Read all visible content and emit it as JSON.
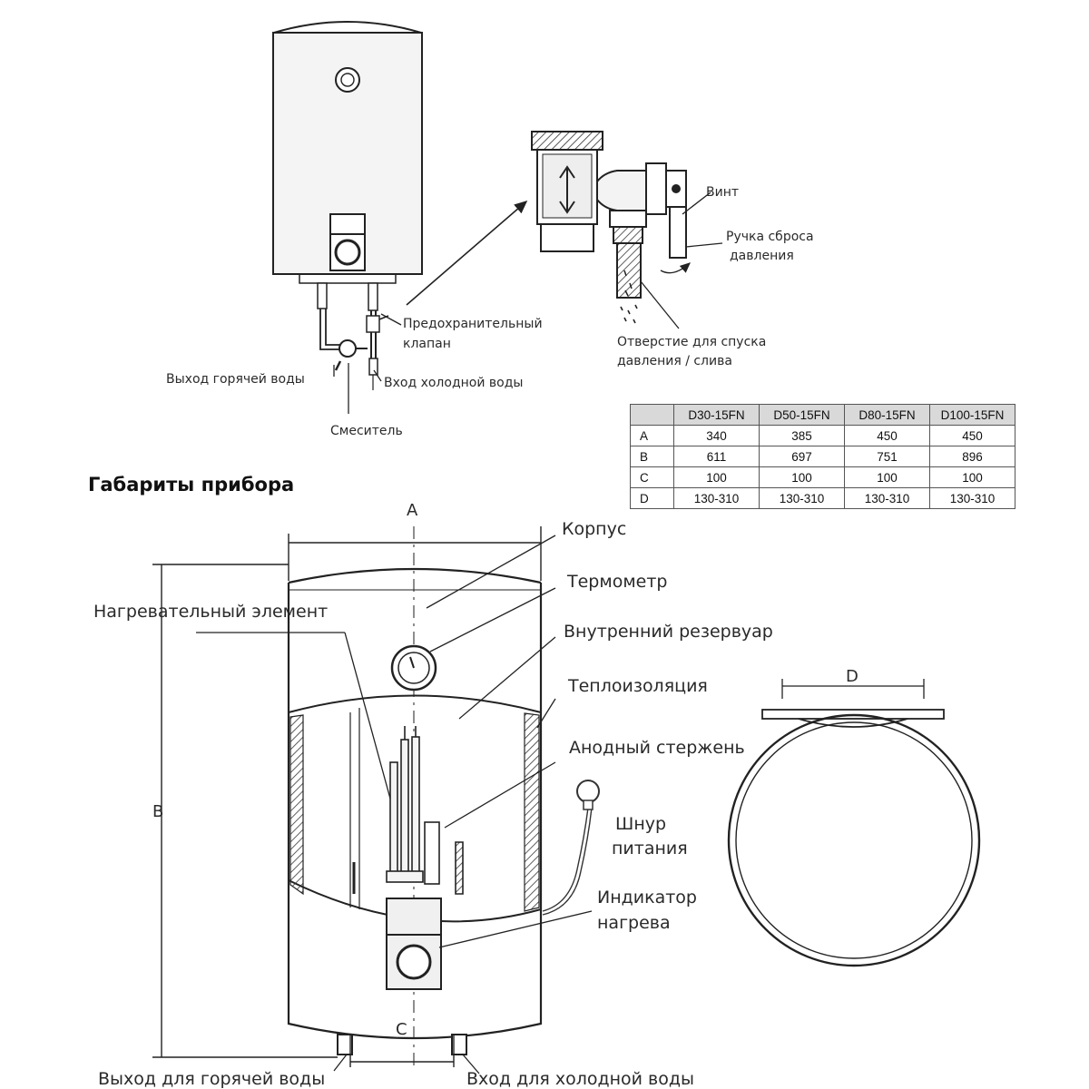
{
  "top_labels": {
    "safety_valve": [
      "Предохранительный",
      "клапан"
    ],
    "hot_out": "Выход горячей воды",
    "cold_in": "Вход холодной воды",
    "mixer": "Смеситель",
    "screw": "Винт",
    "pressure_release": [
      "Ручка сброса",
      "давления"
    ],
    "drain_hole": [
      "Отверстие для спуска",
      "давления / слива"
    ]
  },
  "dims_table": {
    "columns": [
      "",
      "D30-15FN",
      "D50-15FN",
      "D80-15FN",
      "D100-15FN"
    ],
    "rows": [
      {
        "label": "A",
        "values": [
          "340",
          "385",
          "450",
          "450"
        ]
      },
      {
        "label": "B",
        "values": [
          "611",
          "697",
          "751",
          "896"
        ]
      },
      {
        "label": "C",
        "values": [
          "100",
          "100",
          "100",
          "100"
        ]
      },
      {
        "label": "D",
        "values": [
          "130-310",
          "130-310",
          "130-310",
          "130-310"
        ]
      }
    ]
  },
  "heading": "Габариты прибора",
  "dim_letters": {
    "a": "A",
    "b": "B",
    "c": "C",
    "d": "D"
  },
  "main_labels": {
    "body": "Корпус",
    "thermometer": "Термометр",
    "heating_element": "Нагревательный элемент",
    "inner_tank": "Внутренний резервуар",
    "insulation": "Теплоизоляция",
    "anode_rod": "Анодный стержень",
    "power_cord": [
      "Шнур",
      "питания"
    ],
    "heat_indicator": [
      "Индикатор",
      "нагрева"
    ],
    "hot_out": "Выход для горячей воды",
    "cold_in": "Вход для холодной воды"
  }
}
